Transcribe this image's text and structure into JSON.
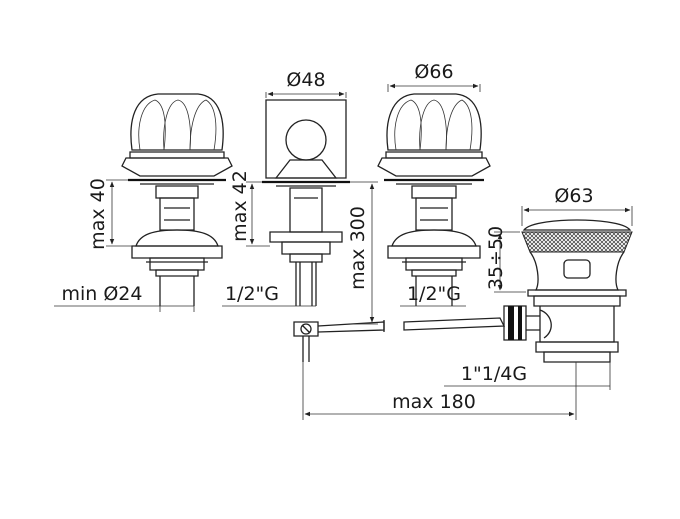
{
  "drawing": {
    "dimensions": {
      "d48": "Ø48",
      "d66": "Ø66",
      "d63": "Ø63",
      "max40": "max 40",
      "max42": "max 42",
      "max300": "max 300",
      "range3550": "35÷50",
      "min24": "min Ø24",
      "half_g_center": "1/2\"G",
      "half_g_right": "1/2\"G",
      "g114": "1\"1/4G",
      "max180": "max 180"
    },
    "colors": {
      "line": "#222222",
      "background": "#ffffff"
    }
  }
}
